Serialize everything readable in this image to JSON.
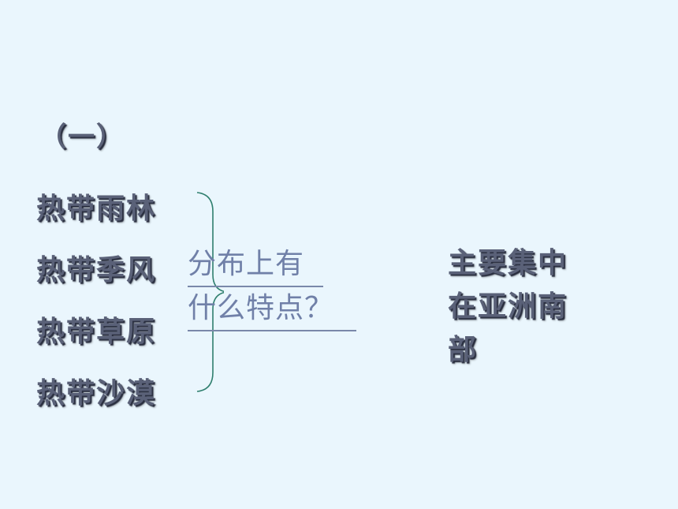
{
  "slide": {
    "heading": "（一）",
    "biomes": [
      {
        "label": "热带雨林"
      },
      {
        "label": "热带季风"
      },
      {
        "label": "热带草原"
      },
      {
        "label": "热带沙漠"
      }
    ],
    "question": {
      "line1": "分布上有",
      "line2": "什么特点？"
    },
    "answer": "主要集中在亚洲南部"
  },
  "colors": {
    "background": "#eaf6fd",
    "brace": "#2f7f6e",
    "question_text": "#7080a8",
    "text": "#5a6178"
  }
}
